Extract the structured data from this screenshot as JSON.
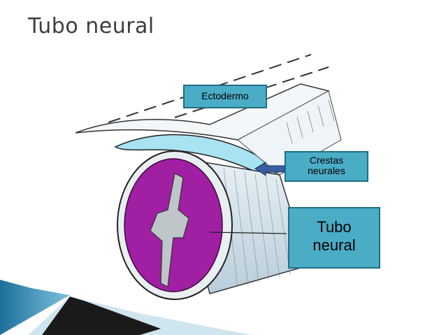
{
  "slide": {
    "title": "Tubo neural"
  },
  "labels": {
    "ectoderm": "Ectodermo",
    "crests_line1": "Crestas",
    "crests_line2": "neurales",
    "tube_line1": "Tubo",
    "tube_line2": "neural"
  },
  "colors": {
    "label_fill": "#4bacc6",
    "label_border": "#1f6f86",
    "neural_tube_tissue": "#a01fa3",
    "ectoderm_layer": "#a9e2f2",
    "corner_accent": "#2b7fa8"
  }
}
